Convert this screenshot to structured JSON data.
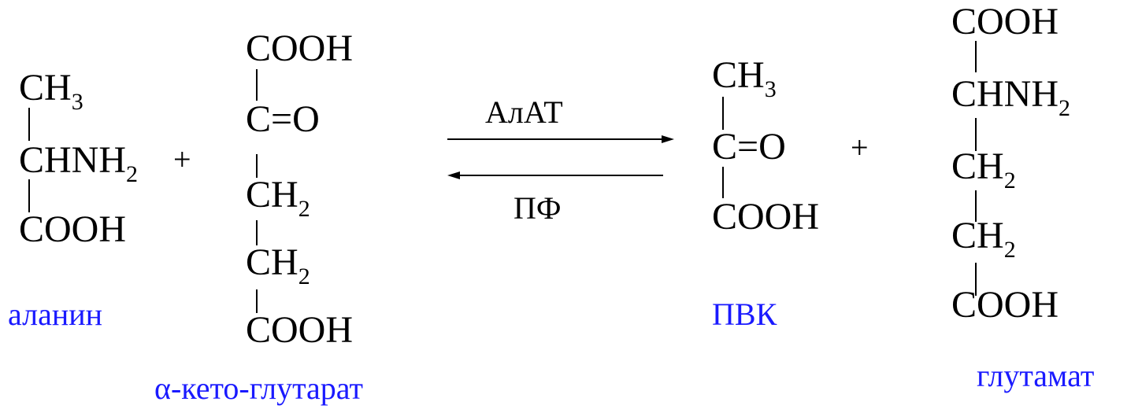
{
  "reaction": {
    "alanine": {
      "top": {
        "text": "CH",
        "sub": "3"
      },
      "middle": {
        "text": "CHNH",
        "sub": "2"
      },
      "bottom": "COOH",
      "name": "аланин"
    },
    "plus_left": "+",
    "ketoglutarate": {
      "group1": "COOH",
      "group2": "C=O",
      "group3": {
        "text": "CH",
        "sub": "2"
      },
      "group4": {
        "text": "CH",
        "sub": "2"
      },
      "group5": "COOH",
      "name": "α-кето-глутарат"
    },
    "enzyme_top": "АлАТ",
    "cofactor_bottom": "ПФ",
    "pyruvate": {
      "top": {
        "text": "CH",
        "sub": "3"
      },
      "middle": "C=O",
      "bottom": "COOH",
      "name": "ПВК"
    },
    "plus_right": "+",
    "glutamate": {
      "group1": "COOH",
      "group2": {
        "text": "CHNH",
        "sub": "2"
      },
      "group3": {
        "text": "CH",
        "sub": "2"
      },
      "group4": {
        "text": "CH",
        "sub": "2"
      },
      "group5": "COOH",
      "name": "глутамат"
    },
    "colors": {
      "formula": "#000000",
      "name": "#1a1aff"
    }
  }
}
